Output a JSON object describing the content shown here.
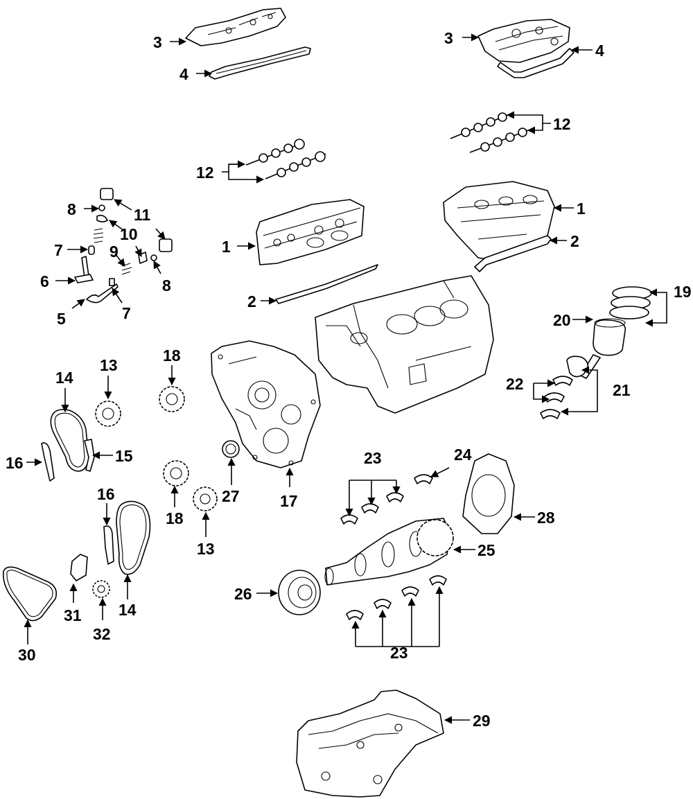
{
  "colors": {
    "line": "#000000",
    "background": "#ffffff"
  },
  "callouts": {
    "c1a": "1",
    "c1b": "1",
    "c2a": "2",
    "c2b": "2",
    "c3a": "3",
    "c3b": "3",
    "c4a": "4",
    "c4b": "4",
    "c5": "5",
    "c6": "6",
    "c7a": "7",
    "c7b": "7",
    "c8a": "8",
    "c8b": "8",
    "c9": "9",
    "c10": "10",
    "c11": "11",
    "c12a": "12",
    "c12b": "12",
    "c13a": "13",
    "c13b": "13",
    "c14a": "14",
    "c14b": "14",
    "c15": "15",
    "c16a": "16",
    "c16b": "16",
    "c17": "17",
    "c18a": "18",
    "c18b": "18",
    "c19": "19",
    "c20": "20",
    "c21": "21",
    "c22": "22",
    "c23a": "23",
    "c23b": "23",
    "c24": "24",
    "c25": "25",
    "c26": "26",
    "c27": "27",
    "c28": "28",
    "c29": "29",
    "c30": "30",
    "c31": "31",
    "c32": "32"
  }
}
